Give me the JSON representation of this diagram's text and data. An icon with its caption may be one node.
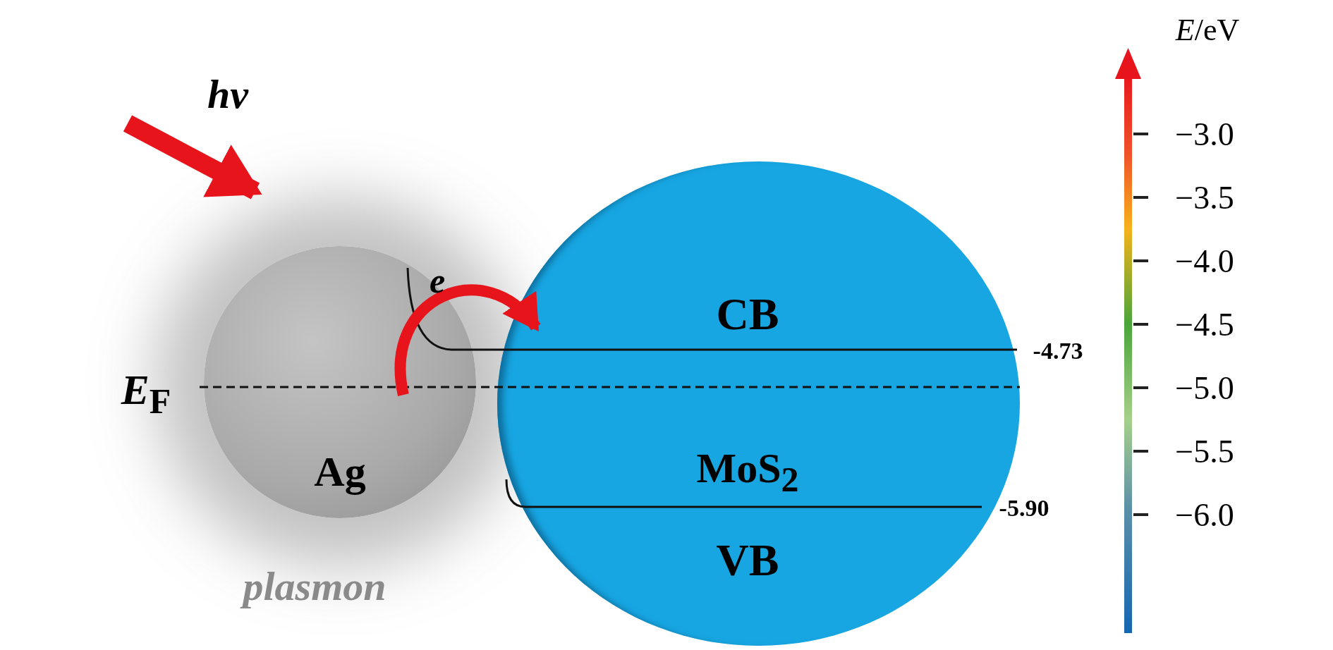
{
  "diagram": {
    "nodes": [
      {
        "text": [
          "Ag"
        ],
        "beside": [
          "plasmon"
        ]
      },
      {
        "text": [
          "CB",
          "MoS$_{2}$",
          "VB"
        ]
      }
    ],
    "edges": [
      {
        "from": null,
        "to": 0,
        "arrow": "to"
      },
      {
        "from": 0,
        "to": 1,
        "arrow": "to",
        "label": "e"
      }
    ],
    "labels": [
      "*E*/eV",
      "hν",
      "−3.0",
      "−3.5",
      "−4.0",
      "−4.5",
      "−5.0",
      "−5.5",
      "−6.0",
      "-4.73",
      "*E*$_{F}$",
      "-5.90"
    ]
  }
}
